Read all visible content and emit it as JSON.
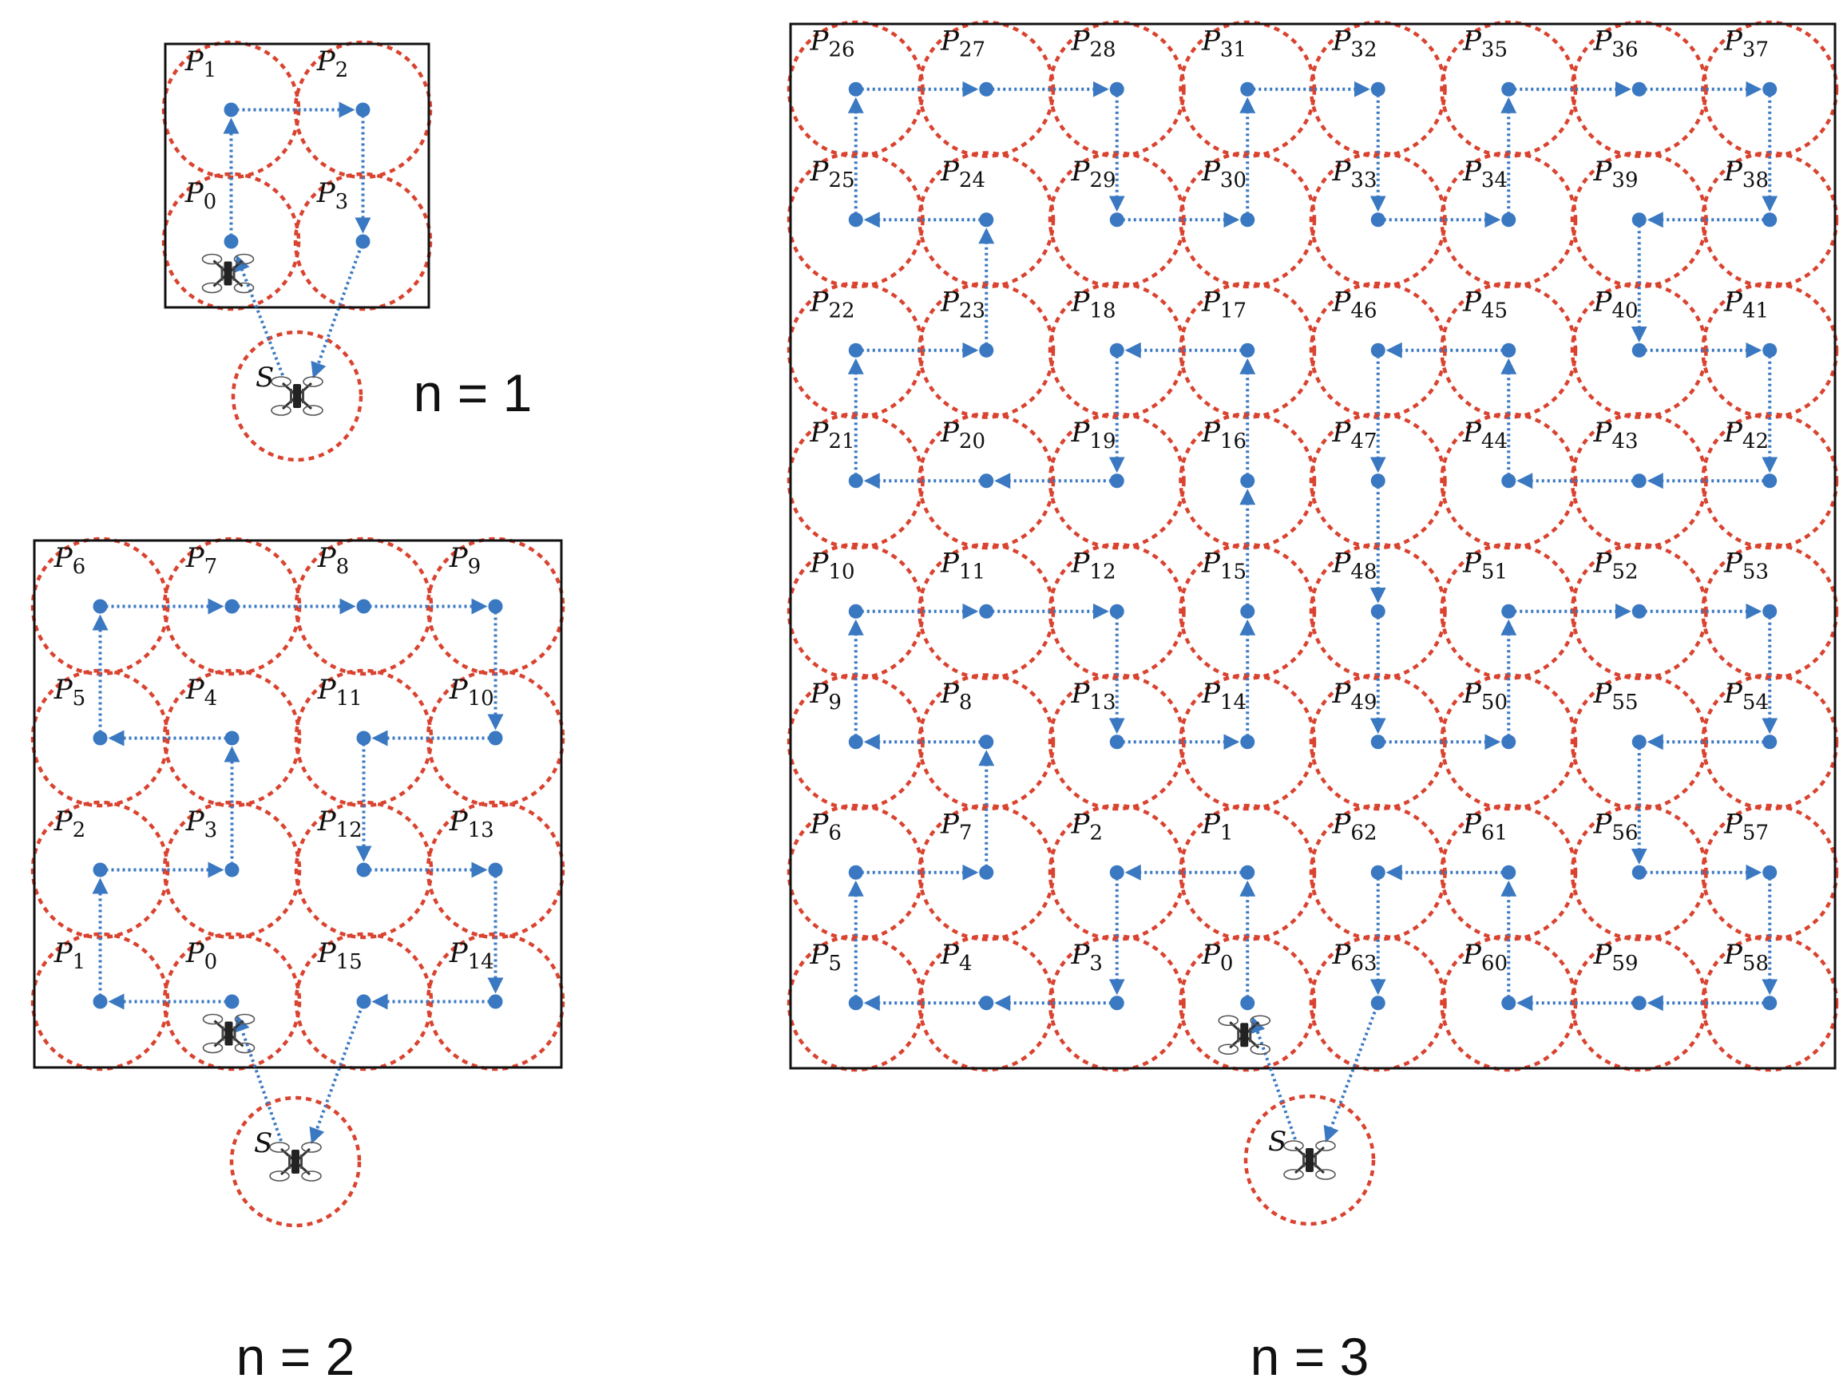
{
  "colors": {
    "coverage_circle": "#d9432f",
    "waypoint": "#3a78c2",
    "path": "#3a78c2",
    "frame": "#111111"
  },
  "icons": {
    "drone": "quadcopter-drone-icon"
  },
  "start_label": "S",
  "panels": [
    {
      "caption": "n = 1",
      "grid": 2,
      "labels": [
        [
          "1",
          "2"
        ],
        [
          "0",
          "3"
        ]
      ],
      "order": [
        "0",
        "1",
        "2",
        "3"
      ]
    },
    {
      "caption": "n = 2",
      "grid": 4,
      "labels": [
        [
          "6",
          "7",
          "8",
          "9"
        ],
        [
          "5",
          "4",
          "11",
          "10"
        ],
        [
          "2",
          "3",
          "12",
          "13"
        ],
        [
          "1",
          "0",
          "15",
          "14"
        ]
      ],
      "order": [
        "0",
        "1",
        "2",
        "3",
        "4",
        "5",
        "6",
        "7",
        "8",
        "9",
        "10",
        "11",
        "12",
        "13",
        "14",
        "15"
      ]
    },
    {
      "caption": "n = 3",
      "grid": 8,
      "labels": [
        [
          "26",
          "27",
          "28",
          "31",
          "32",
          "35",
          "36",
          "37"
        ],
        [
          "25",
          "24",
          "29",
          "30",
          "33",
          "34",
          "39",
          "38"
        ],
        [
          "22",
          "23",
          "18",
          "17",
          "46",
          "45",
          "40",
          "41"
        ],
        [
          "21",
          "20",
          "19",
          "16",
          "47",
          "44",
          "43",
          "42"
        ],
        [
          "10",
          "11",
          "12",
          "15",
          "48",
          "51",
          "52",
          "53"
        ],
        [
          "9",
          "8",
          "13",
          "14",
          "49",
          "50",
          "55",
          "54"
        ],
        [
          "6",
          "7",
          "2",
          "1",
          "62",
          "61",
          "56",
          "57"
        ],
        [
          "5",
          "4",
          "3",
          "0",
          "63",
          "60",
          "59",
          "58"
        ]
      ],
      "order": [
        "0",
        "1",
        "2",
        "3",
        "4",
        "5",
        "6",
        "7",
        "8",
        "9",
        "10",
        "11",
        "12",
        "13",
        "14",
        "15",
        "16",
        "17",
        "18",
        "19",
        "20",
        "21",
        "22",
        "23",
        "24",
        "25",
        "26",
        "27",
        "28",
        "29",
        "30",
        "31",
        "32",
        "33",
        "34",
        "35",
        "36",
        "37",
        "38",
        "39",
        "40",
        "41",
        "42",
        "43",
        "44",
        "45",
        "46",
        "47",
        "48",
        "49",
        "50",
        "51",
        "52",
        "53",
        "54",
        "55",
        "56",
        "57",
        "58",
        "59",
        "60",
        "61",
        "62",
        "63"
      ]
    }
  ]
}
